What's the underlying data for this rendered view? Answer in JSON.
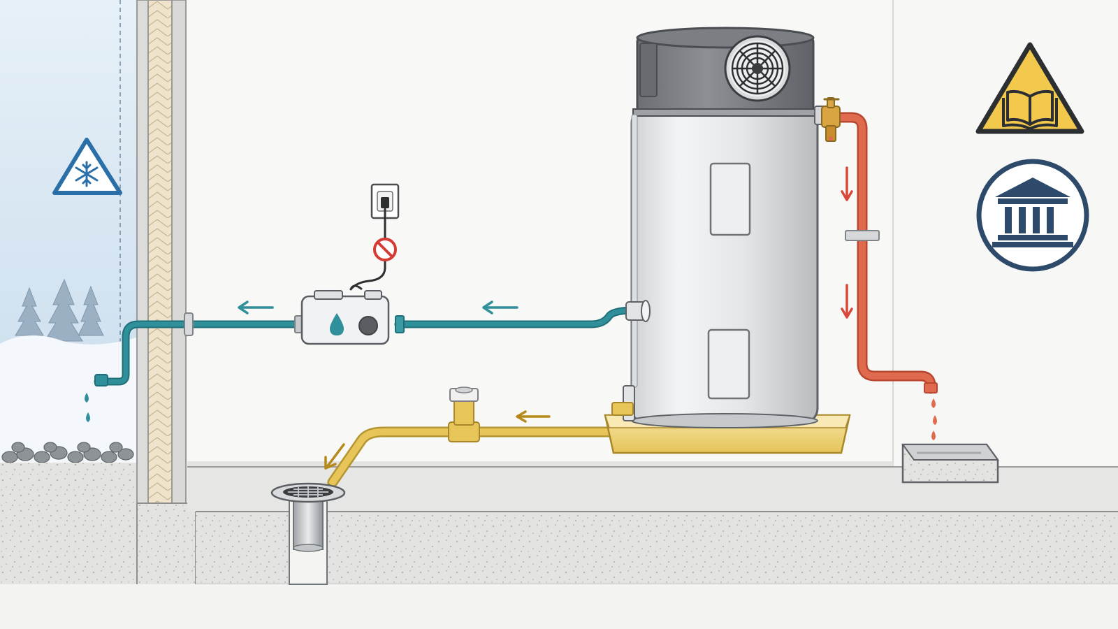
{
  "diagram": {
    "type": "illustration",
    "components": [
      "snow-scene",
      "exterior-wall",
      "condensate-pump",
      "electrical-outlet",
      "heat-pump-water-heater",
      "fan",
      "drain-pan",
      "floor-drain",
      "relief-valve",
      "relief-discharge-pipe",
      "discharge-receptor"
    ],
    "icons": [
      "freeze-warning-icon",
      "manual-warning-icon",
      "building-code-icon",
      "no-symbol-icon",
      "water-drop-icon"
    ],
    "colors": {
      "condensate_line": "#2f8f9a",
      "drain_pan_line": "#e8c559",
      "relief_line": "#e06a4e",
      "warning_yellow": "#f2c94c",
      "navy": "#2e4a6b",
      "prohibit_red": "#d63a35",
      "flow_arrow_teal": "#2f8f9a",
      "flow_arrow_gold": "#b58a1a",
      "flow_arrow_red": "#d9473a"
    }
  }
}
